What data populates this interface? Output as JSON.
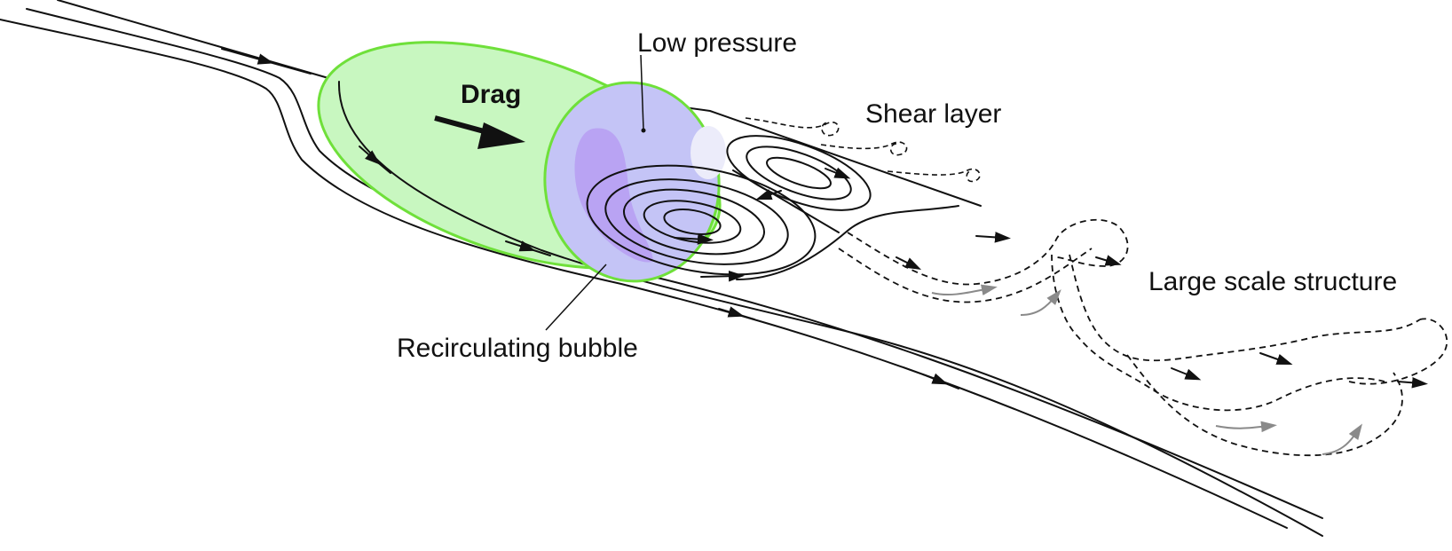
{
  "labels": {
    "drag": "Drag",
    "low_pressure": "Low pressure",
    "shear_layer": "Shear layer",
    "large_scale_structure": "Large scale structure",
    "recirculating_bubble": "Recirculating bubble"
  },
  "colors": {
    "drag_region_fill": "#c8f7c0",
    "drag_region_stroke": "#6fe03a",
    "low_pressure_fill": "#c4c4f6",
    "low_pressure_core": "#b9a3f3",
    "highlight": "#ececfa",
    "line": "#111111",
    "secondary_arrow": "#8a8a8a"
  }
}
